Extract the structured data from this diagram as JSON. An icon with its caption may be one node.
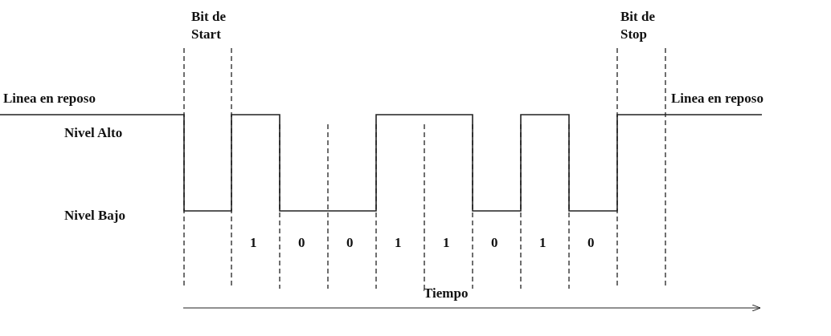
{
  "diagram": {
    "labels": [
      "Bit de Start",
      "Bit de Stop",
      "Linea en reposo",
      "Linea en reposo",
      "Nivel Alto",
      "Nivel Bajo",
      "1",
      "0",
      "0",
      "1",
      "1",
      "0",
      "1",
      "0",
      "Tiempo"
    ]
  }
}
